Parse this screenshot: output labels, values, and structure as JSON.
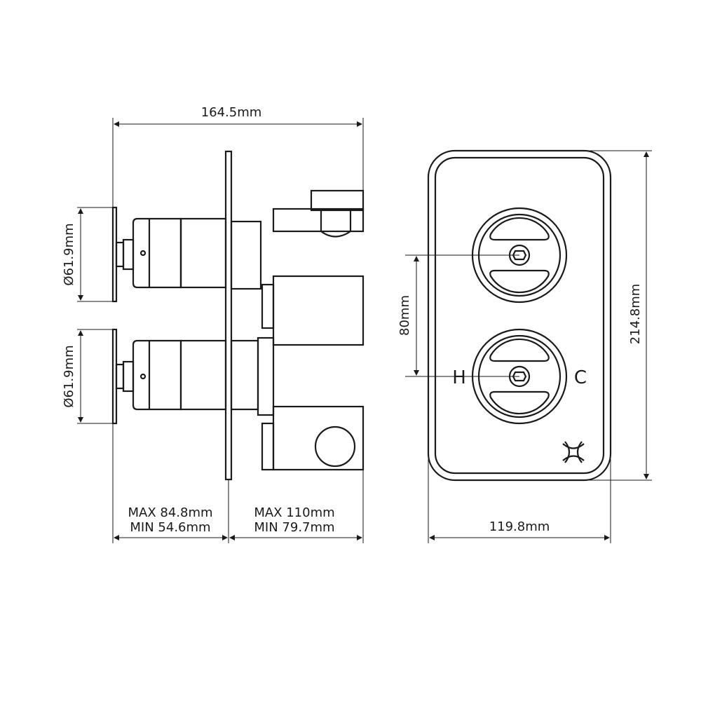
{
  "dimensions": {
    "overall_depth": "164.5mm",
    "handle_top_diameter": "Ø61.9mm",
    "handle_bottom_diameter": "Ø61.9mm",
    "front_projection_max": "MAX 84.8mm",
    "front_projection_min": "MIN 54.6mm",
    "rear_depth_max": "MAX 110mm",
    "rear_depth_min": "MIN 79.7mm",
    "plate_width": "119.8mm",
    "plate_height": "214.8mm",
    "handle_spacing": "80mm"
  },
  "front_view": {
    "hot_label": "H",
    "cold_label": "C"
  }
}
